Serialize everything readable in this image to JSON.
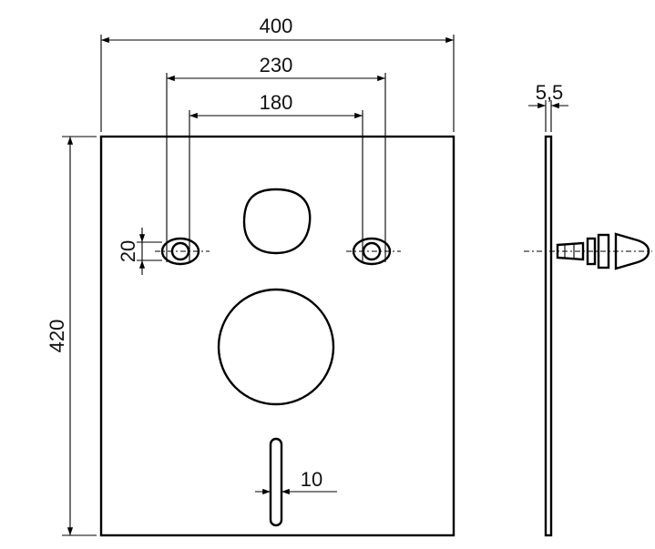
{
  "dimensions": {
    "width_total": "400",
    "bolt_spacing_outer": "230",
    "bolt_spacing_inner": "180",
    "height_total": "420",
    "bolt_height": "20",
    "slot_width": "10",
    "thickness": "5,5"
  }
}
